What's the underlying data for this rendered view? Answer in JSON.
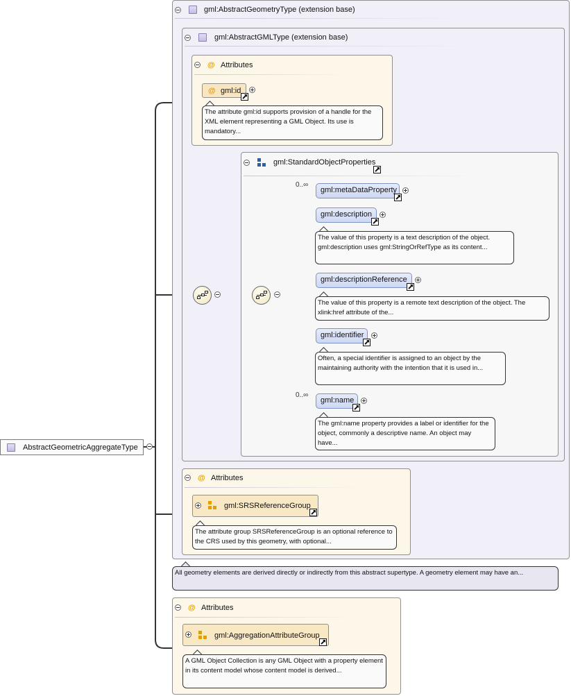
{
  "root": {
    "label": "AbstractGeometricAggregateType"
  },
  "geom_base": {
    "title": "gml:AbstractGeometryType (extension base)",
    "note": "All geometry elements are derived directly or indirectly from this abstract supertype. A geometry element may have an..."
  },
  "gml_base": {
    "title": "gml:AbstractGMLType (extension base)"
  },
  "attrs1": {
    "title": "Attributes",
    "id_label": "gml:id",
    "id_note": "The attribute gml:id supports provision of a handle for the XML element representing a GML Object. Its use is mandatory..."
  },
  "std_props": {
    "title": "gml:StandardObjectProperties",
    "elements": [
      {
        "label": "gml:metaDataProperty",
        "occ": "0..∞",
        "note": ""
      },
      {
        "label": "gml:description",
        "occ": "",
        "note": "The value of this property is a text description of the object. gml:description uses gml:StringOrRefType as its content..."
      },
      {
        "label": "gml:descriptionReference",
        "occ": "",
        "note": "The value of this property is a remote text description of the object. The xlink:href attribute of the..."
      },
      {
        "label": "gml:identifier",
        "occ": "",
        "note": "Often, a special identifier is assigned to an object by the maintaining authority with the intention that it is used in..."
      },
      {
        "label": "gml:name",
        "occ": "0..∞",
        "note": "The gml:name property provides a label or identifier for the object, commonly a descriptive name. An object may have..."
      }
    ]
  },
  "attrs2": {
    "title": "Attributes",
    "group_label": "gml:SRSReferenceGroup",
    "note": "The attribute group SRSReferenceGroup is an optional reference to the CRS used by this geometry, with optional..."
  },
  "attrs3": {
    "title": "Attributes",
    "group_label": "gml:AggregationAttributeGroup",
    "note": "A GML Object Collection is any GML Object with a property element in its content model whose content model is derived..."
  },
  "colors": {
    "ext_bg": "#f1eff7",
    "attr_bg": "#fdf7ea",
    "elem_bg": "#dbe3f7",
    "attr_icon": "#e0a000"
  }
}
